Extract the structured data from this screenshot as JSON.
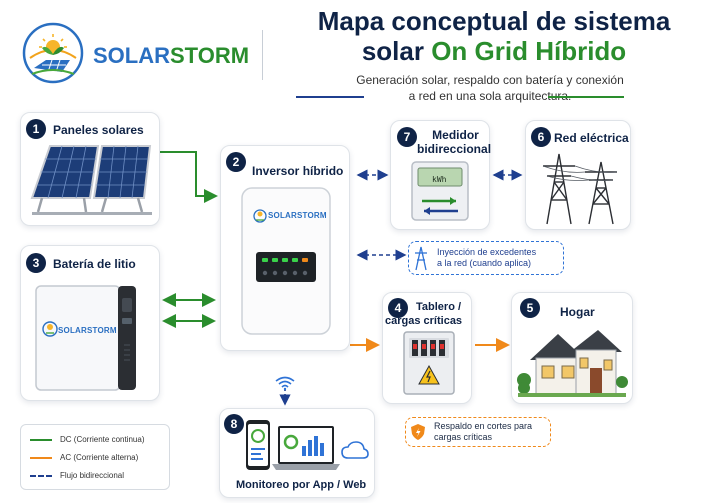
{
  "header": {
    "brand_solar": "SOLAR",
    "brand_storm": "STORM",
    "title_line1": "Mapa conceptual de sistema",
    "title_line2_a": "solar ",
    "title_line2_b": "On Grid Híbrido",
    "subtitle_line1": "Generación solar, respaldo con batería y conexión",
    "subtitle_line2": "a red en una sola arquitectura."
  },
  "nodes": {
    "panels": {
      "num": "1",
      "label": "Paneles solares"
    },
    "inverter": {
      "num": "2",
      "label": "Inversor híbrido",
      "device_brand": "SOLARSTORM"
    },
    "battery": {
      "num": "3",
      "label": "Batería de litio",
      "device_brand": "SOLARSTORM"
    },
    "panel_board": {
      "num": "4",
      "label_line1": "Tablero /",
      "label_line2": "cargas críticas"
    },
    "home": {
      "num": "5",
      "label": "Hogar"
    },
    "grid": {
      "num": "6",
      "label": "Red eléctrica"
    },
    "meter": {
      "num": "7",
      "label_line1": "Medidor",
      "label_line2": "bidireccional",
      "screen_text": "kWh"
    },
    "monitoring": {
      "num": "8",
      "label": "Monitoreo por App / Web"
    }
  },
  "callouts": {
    "injection_line1": "Inyección de excedentes",
    "injection_line2": "a la red (cuando aplica)",
    "backup_line1": "Respaldo en cortes para",
    "backup_line2": "cargas críticas"
  },
  "legend": {
    "dc": "DC (Corriente continua)",
    "ac": "AC (Corriente alterna)",
    "bidirectional": "Flujo bidireccional"
  },
  "colors": {
    "navy": "#0f2346",
    "dc_green": "#2a8d2d",
    "ac_orange": "#f0891a",
    "flow_blue": "#1f3f8f",
    "callout_blue": "#2f73d6"
  }
}
